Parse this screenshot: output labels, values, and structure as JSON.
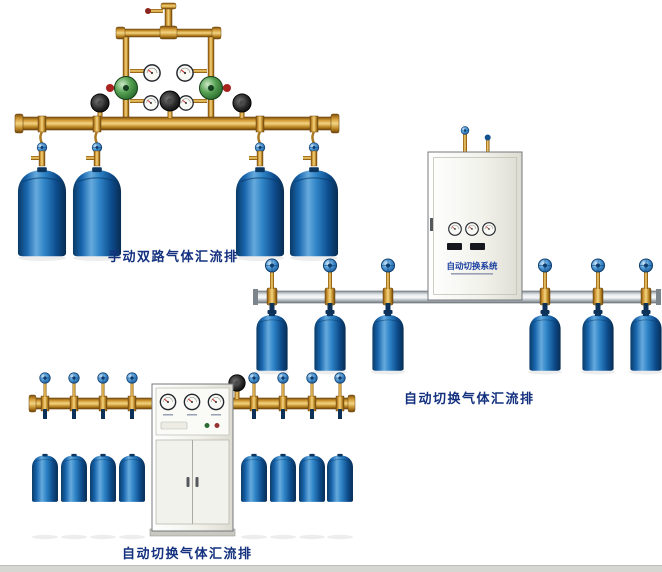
{
  "page": {
    "background": "#ffffff"
  },
  "colors": {
    "caption-color": "#14317f",
    "label-blue": "#1a3fa0",
    "brass": "#d29a34",
    "cylinder-blue": "#1865ad",
    "pipe-silver": "#c9ced2",
    "cabinet-face": "#f4f4ef"
  },
  "products": [
    {
      "caption": "手动双路气体汇流排"
    },
    {
      "caption": "自动切换气体汇流排",
      "cabinet_label": "自动切换系统"
    },
    {
      "caption": "自动切换气体汇流排"
    }
  ]
}
